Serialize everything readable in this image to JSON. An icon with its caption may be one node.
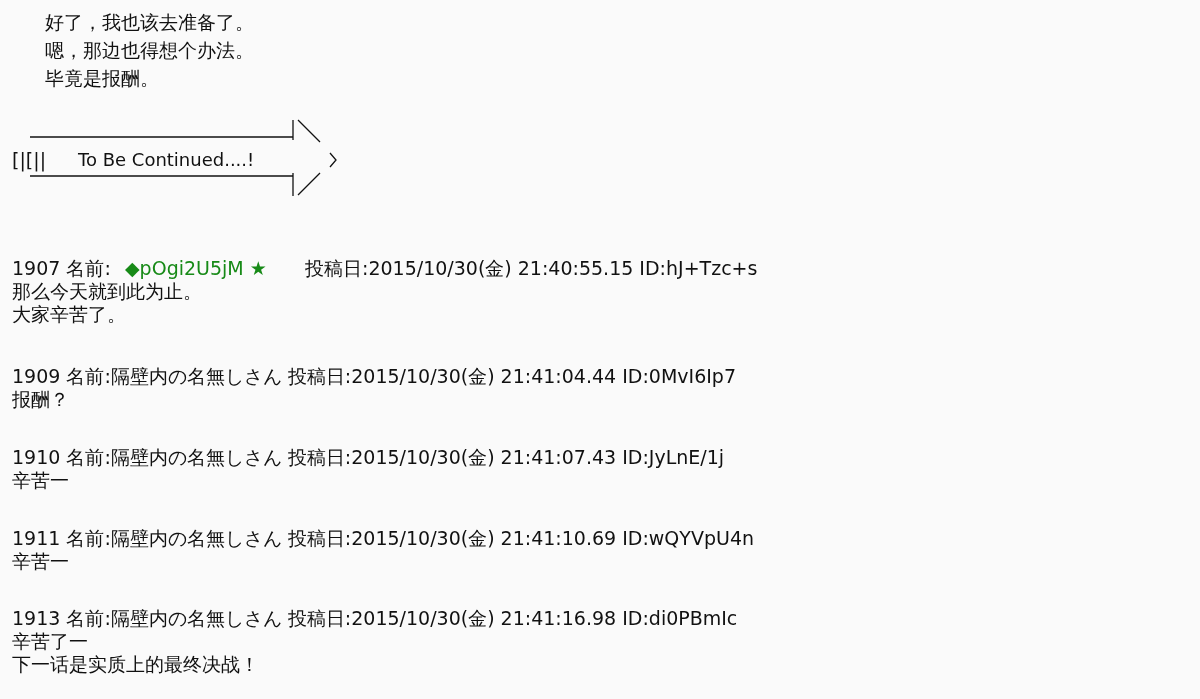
{
  "diagram": {
    "labels": [
      "好了，我也该去准备了。",
      "嗯，那边也得想个办法。",
      "毕竟是报酬。",
      "[|[||",
      "To Be Continued....!",
      "1907 名前:",
      "◆pOgi2U5jM ★",
      "投稿日:2015/10/30(金) 21:40:55.15 ID:hJ+Tzc+s",
      "那么今天就到此为止。",
      "大家辛苦了。",
      "1909 名前:隔壁内の名無しさん 投稿日:2015/10/30(金) 21:41:04.44 ID:0MvI6Ip7",
      "报酬？",
      "1910 名前:隔壁内の名無しさん 投稿日:2015/10/30(金) 21:41:07.43 ID:JyLnE/1j",
      "辛苦一",
      "1911 名前:隔壁内の名無しさん 投稿日:2015/10/30(金) 21:41:10.69 ID:wQYVpU4n",
      "辛苦一",
      "1913 名前:隔壁内の名無しさん 投稿日:2015/10/30(金) 21:41:16.98 ID:di0PBmIc",
      "辛苦了一",
      "下一话是实质上的最终决战！"
    ]
  }
}
